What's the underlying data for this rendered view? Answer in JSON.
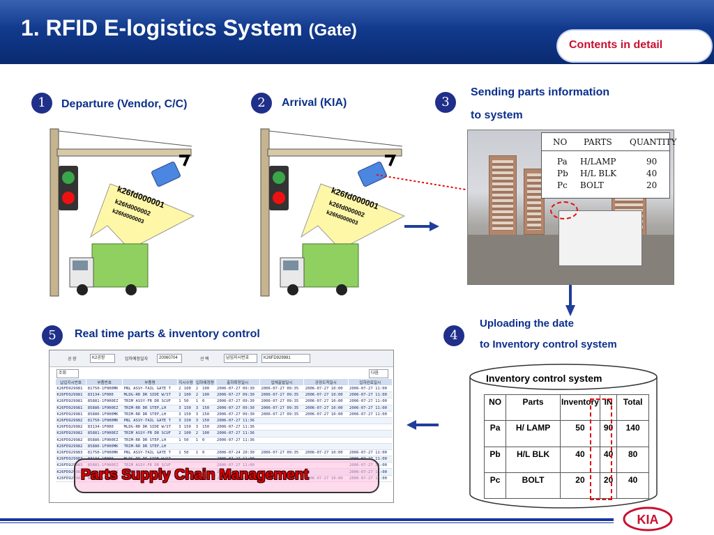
{
  "header": {
    "title_main": "1. RFID E-logistics System",
    "title_sub": "(Gate)",
    "contents_button": "Contents in detail"
  },
  "steps": [
    {
      "num": "1",
      "label": "Departure (Vendor, C/C)"
    },
    {
      "num": "2",
      "label": "Arrival (KIA)"
    },
    {
      "num": "3",
      "label_line1": "Sending parts information",
      "label_line2": "to system"
    },
    {
      "num": "4",
      "label_line1": "Uploading the date",
      "label_line2": "to Inventory control system"
    },
    {
      "num": "5",
      "label": "Real time parts & inventory control"
    }
  ],
  "tag_ids": [
    "k26fd000001",
    "k26fd000002",
    "k26fd000003"
  ],
  "photo_popup": {
    "headers": [
      "NO",
      "PARTS",
      "QUANTITY"
    ],
    "rows": [
      {
        "no": "Pa",
        "part": "H/LAMP",
        "qty": "90"
      },
      {
        "no": "Pb",
        "part": "H/L BLK",
        "qty": "40"
      },
      {
        "no": "Pc",
        "part": "BOLT",
        "qty": "20"
      }
    ]
  },
  "inventory": {
    "title": "Inventory control system",
    "headers": [
      "NO",
      "Parts",
      "Inventory",
      "IN",
      "Total"
    ],
    "rows": [
      {
        "no": "Pa",
        "part": "H/ LAMP",
        "inventory": "50",
        "in": "90",
        "total": "140"
      },
      {
        "no": "Pb",
        "part": "H/L BLK",
        "inventory": "40",
        "in": "40",
        "total": "80"
      },
      {
        "no": "Pc",
        "part": "BOLT",
        "inventory": "20",
        "in": "20",
        "total": "40"
      }
    ]
  },
  "db_screen": {
    "labels": {
      "plant_label": "공 장",
      "plant_value": "K2공장",
      "date_label": "입하예정일자",
      "date_value": "20060704",
      "select_label": "선 택",
      "select_value": "납입지시번호",
      "search_value": "K26FD929981",
      "query_button": "조회",
      "next_button": "다음"
    },
    "headers": [
      "납입지시번호",
      "부품번호",
      "부품명",
      "지시수량",
      "입하예정량",
      "출하확정일시",
      "업체출발일시",
      "공장도착일시",
      "입하완료일시"
    ],
    "rows": [
      [
        "K26FD929981",
        "81750-1F000MK",
        "PNL ASSY-TAIL GATE T",
        "2",
        "100",
        "2",
        "100",
        "2006-07-27 09:30",
        "2006-07-27 09:35",
        "2006-07-27 10:00",
        "2006-07-27 11:00"
      ],
      [
        "K26FD929981",
        "83134-1F000",
        "MLDG-RR DR SIDE W/ST",
        "2",
        "100",
        "2",
        "100",
        "2006-07-27 09:30",
        "2006-07-27 09:35",
        "2006-07-27 10:00",
        "2006-07-27 11:00"
      ],
      [
        "K26FD929981",
        "85881-1F000EZ",
        "TRIM ASSY-FR DR SCUF",
        "1",
        "50",
        "1",
        "0",
        "2006-07-27 09:30",
        "2006-07-27 09:35",
        "2006-07-27 10:00",
        "2006-07-27 11:00"
      ],
      [
        "K26FD929981",
        "85886-1F000EZ",
        "TRIM-RR DR STEP,LH",
        "3",
        "150",
        "3",
        "150",
        "2006-07-27 09:30",
        "2006-07-27 09:35",
        "2006-07-27 10:00",
        "2006-07-27 11:00"
      ],
      [
        "K26FD929981",
        "85886-1F000MK",
        "TRIM-RR DR STEP,LH",
        "3",
        "150",
        "3",
        "150",
        "2006-07-27 09:30",
        "2006-07-27 09:35",
        "2006-07-27 10:00",
        "2006-07-27 11:00"
      ],
      [
        "K26FD929982",
        "81750-1F000MK",
        "PNL ASSY-TAIL GATE T",
        "3",
        "150",
        "3",
        "150",
        "2006-07-27 11:36",
        "",
        "",
        ""
      ],
      [
        "K26FD929982",
        "83134-1F000",
        "MLDG-RR DR SIDE W/ST",
        "3",
        "150",
        "3",
        "150",
        "2006-07-27 11:36",
        "",
        "",
        ""
      ],
      [
        "K26FD929982",
        "85881-1F000EZ",
        "TRIM ASSY-FR DR SCUF",
        "2",
        "100",
        "2",
        "100",
        "2006-07-27 11:36",
        "",
        "",
        ""
      ],
      [
        "K26FD929982",
        "85886-1F000EZ",
        "TRIM-RR DR STEP,LH",
        "1",
        "50",
        "1",
        "0",
        "2006-07-27 11:36",
        "",
        "",
        ""
      ],
      [
        "K26FD929982",
        "85886-1F000MK",
        "TRIM-RR DR STEP,LH",
        "",
        "",
        "",
        "",
        "",
        "",
        "",
        ""
      ],
      [
        "K26FD929983",
        "81750-1F000MK",
        "PNL ASSY-TAIL GATE T",
        "1",
        "50",
        "1",
        "0",
        "2006-07-24 20:30",
        "2006-07-27 09:35",
        "2006-07-27 10:00",
        "2006-07-27 11:00"
      ],
      [
        "K26FD929983",
        "83134-1F000",
        "MLDG-RR DR SIDE W/ST",
        "",
        "",
        "",
        "",
        "2006-07-27 11:00",
        "",
        "",
        "2006-07-27 11:00"
      ],
      [
        "K26FD929983",
        "85881-1F000EZ",
        "TRIM ASSY-FR DR SCUF",
        "",
        "",
        "",
        "",
        "2006-07-27 11:00",
        "",
        "",
        "2006-07-27 11:00"
      ],
      [
        "K26FD929983",
        "85886-1F000EZ",
        "TRIM-RR DR STEP,LH",
        "",
        "",
        "",
        "",
        "2006-07-27 11:00",
        "",
        "",
        "2006-07-27 11:00"
      ],
      [
        "K26FD929983",
        "85886-1F000MK",
        "TRIM-RR DR STEP,LH",
        "2",
        "100",
        "2",
        "100",
        "2006-07-24 20:30",
        "2006-07-27 09:35",
        "2006-07-27 10:00",
        "2006-07-27 11:00"
      ]
    ],
    "banner": "Parts Supply Chain Management"
  },
  "brand": {
    "logo_text": "KIA",
    "logo_color": "#c8102e",
    "accent_blue": "#1a35a0"
  }
}
